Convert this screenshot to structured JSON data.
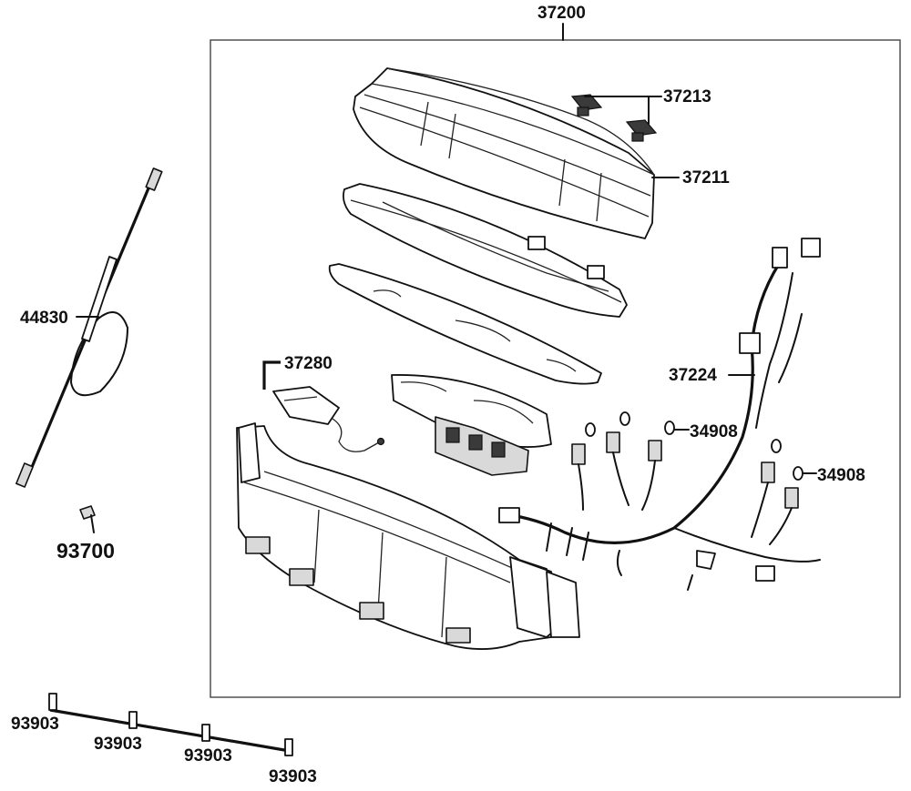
{
  "parts": {
    "assembly": "37200",
    "clip": "37213",
    "cover": "37211",
    "wire_harness": "37224",
    "sensor": "37280",
    "bulb_a": "34908",
    "bulb_b": "34908",
    "cable": "44830",
    "screw": "93700",
    "tie_1": "93903",
    "tie_2": "93903",
    "tie_3": "93903",
    "tie_4": "93903"
  }
}
